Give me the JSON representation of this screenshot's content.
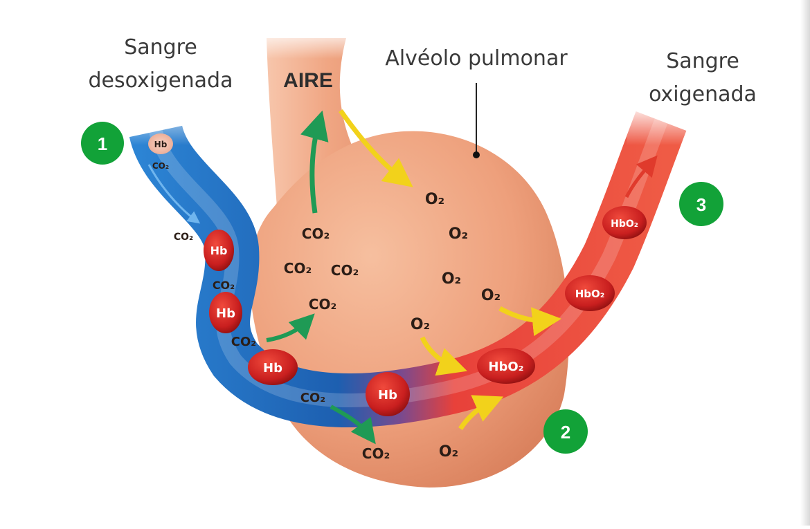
{
  "labels": {
    "sangre_desoxigenada_1": "Sangre",
    "sangre_desoxigenada_2": "desoxigenada",
    "aire": "AIRE",
    "alveolo": "Alvéolo pulmonar",
    "sangre_oxigenada_1": "Sangre",
    "sangre_oxigenada_2": "oxigenada"
  },
  "badges": [
    "1",
    "2",
    "3"
  ],
  "cells": {
    "hb": "Hb",
    "hbo2": "HbO₂"
  },
  "molecules": {
    "co2": "CO₂",
    "o2": "O₂"
  },
  "colors": {
    "badge_green": "#12a238",
    "deoxygenated_blue": "#1f6fc3",
    "oxygenated_red": "#e4332b",
    "alveolus": "#f0a27f",
    "green_arrow": "#1f9a55",
    "yellow_arrow": "#f2d21b",
    "red_arrow": "#e03a2c"
  }
}
